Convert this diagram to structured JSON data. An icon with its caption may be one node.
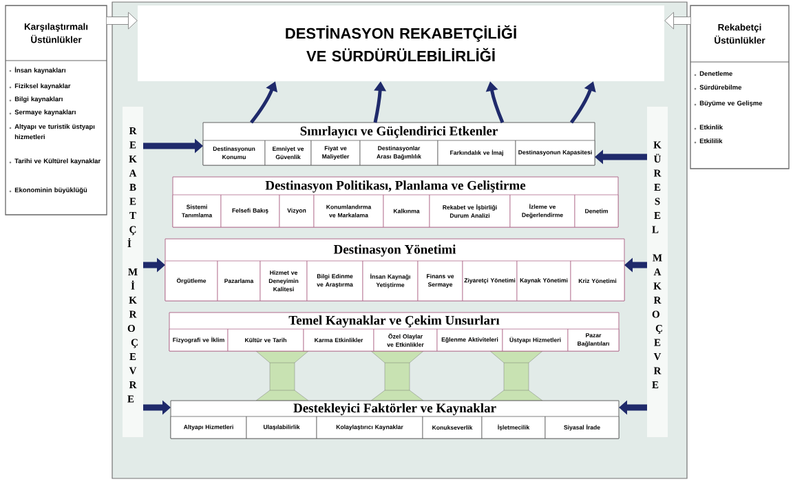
{
  "diagram": {
    "nodes": [
      {
        "text": [
          "Karşılaştırmalı Üstünlükler",
          "İnsan kaynakları",
          "Fiziksel kaynaklar",
          "Bilgi kaynakları",
          "Sermaye kaynakları",
          "Altyapı ve turistik üstyapı hizmetleri",
          "Tarihi ve Kültürel kaynaklar",
          "Ekonominin büyüklüğü"
        ]
      },
      {
        "text": [],
        "shape": "box"
      },
      {
        "text": [
          "DESTİNASYON REKABETÇİLİĞİ VE SÜRDÜRÜLEBİLİRLİĞİ"
        ],
        "in": 1
      },
      {
        "text": [
          "Rekabetçi Üstünlükler",
          "Denetleme",
          "Sürdürebilme",
          "Büyüme ve Gelişme",
          "Etkinlik",
          "Etkililik"
        ]
      },
      {
        "text": [
          "REKABETÇİ MİKRO ÇEVRE"
        ],
        "in": 1
      },
      {
        "text": [
          "KÜRESEL MAKRO ÇEVRE"
        ],
        "in": 1
      },
      {
        "text": [
          "Sınırlayıcı ve Güçlendirici Etkenler"
        ],
        "in": 1
      },
      {
        "text": [
          "Destinasyonun Konumu"
        ],
        "in": 6
      },
      {
        "text": [
          "Emniyet ve Güvenlik"
        ],
        "in": 6
      },
      {
        "text": [
          "Fiyat ve Maliyetler"
        ],
        "in": 6
      },
      {
        "text": [
          "Destinasyonlar Arası Bağımlılık"
        ],
        "in": 6
      },
      {
        "text": [
          "Farkındalık ve İmaj"
        ],
        "in": 6
      },
      {
        "text": [
          "Destinasyonun Kapasitesi"
        ],
        "in": 6
      },
      {
        "text": [
          "Destinasyon Politikası, Planlama ve Geliştirme"
        ],
        "in": 1
      },
      {
        "text": [
          "Sistemi Tanımlama"
        ],
        "in": 13
      },
      {
        "text": [
          "Felsefi Bakış"
        ],
        "in": 13
      },
      {
        "text": [
          "Vizyon"
        ],
        "in": 13
      },
      {
        "text": [
          "Konumlandırma ve Markalama"
        ],
        "in": 13
      },
      {
        "text": [
          "Kalkınma"
        ],
        "in": 13
      },
      {
        "text": [
          "Rekabet ve İşbirliği Durum Analizi"
        ],
        "in": 13
      },
      {
        "text": [
          "İzleme ve Değerlendirme"
        ],
        "in": 13
      },
      {
        "text": [
          "Denetim"
        ],
        "in": 13
      },
      {
        "text": [
          "Destinasyon Yönetimi"
        ],
        "in": 1
      },
      {
        "text": [
          "Örgütleme"
        ],
        "in": 22
      },
      {
        "text": [
          "Pazarlama"
        ],
        "in": 22
      },
      {
        "text": [
          "Hizmet ve Deneyimin Kalitesi"
        ],
        "in": 22
      },
      {
        "text": [
          "Bilgi Edinme ve Araştırma"
        ],
        "in": 22
      },
      {
        "text": [
          "İnsan Kaynağı Yetiştirme"
        ],
        "in": 22
      },
      {
        "text": [
          "Finans ve Sermaye"
        ],
        "in": 22
      },
      {
        "text": [
          "Ziyaretçi Yönetimi"
        ],
        "in": 22
      },
      {
        "text": [
          "Kaynak Yönetimi"
        ],
        "in": 22
      },
      {
        "text": [
          "Kriz Yönetimi"
        ],
        "in": 22
      },
      {
        "text": [
          "Temel Kaynaklar ve Çekim Unsurları"
        ],
        "in": 1
      },
      {
        "text": [
          "Fizyografi ve İklim"
        ],
        "in": 32
      },
      {
        "text": [
          "Kültür ve Tarih"
        ],
        "in": 32
      },
      {
        "text": [
          "Karma Etkinlikler"
        ],
        "in": 32
      },
      {
        "text": [
          "Özel Olaylar ve Etkinlikler"
        ],
        "in": 32
      },
      {
        "text": [
          "Eğlenme Aktiviteleri"
        ],
        "in": 32
      },
      {
        "text": [
          "Üstyapı Hizmetleri"
        ],
        "in": 32
      },
      {
        "text": [
          "Pazar Bağlantıları"
        ],
        "in": 32
      },
      {
        "text": [
          "Destekleyici Faktörler ve Kaynaklar"
        ],
        "in": 1
      },
      {
        "text": [
          "Altyapı Hizmetleri"
        ],
        "in": 40
      },
      {
        "text": [
          "Ulaşılabilirlik"
        ],
        "in": 40
      },
      {
        "text": [
          "Kolaylaştırıcı Kaynaklar"
        ],
        "in": 40
      },
      {
        "text": [
          "Konukseverlik"
        ],
        "in": 40
      },
      {
        "text": [
          "İşletmecilik"
        ],
        "in": 40
      },
      {
        "text": [
          "Siyasal İrade"
        ],
        "in": 40
      }
    ],
    "edges": [
      {
        "from": 0,
        "to": 2,
        "arrow": "to",
        "color": "#808080"
      },
      {
        "from": 3,
        "to": 2,
        "arrow": "to",
        "color": "#808080"
      },
      {
        "from": 6,
        "to": 2,
        "arrow": "to"
      },
      {
        "from": 6,
        "to": 2,
        "arrow": "to"
      },
      {
        "from": 6,
        "to": 2,
        "arrow": "to"
      },
      {
        "from": 6,
        "to": 2,
        "arrow": "to"
      },
      {
        "from": 4,
        "to": 6,
        "arrow": "to"
      },
      {
        "from": 4,
        "to": 22,
        "arrow": "to"
      },
      {
        "from": 4,
        "to": 40,
        "arrow": "to"
      },
      {
        "from": 5,
        "to": 6,
        "arrow": "to"
      },
      {
        "from": 5,
        "to": 22,
        "arrow": "to"
      },
      {
        "from": 5,
        "to": 40,
        "arrow": "to"
      }
    ]
  }
}
